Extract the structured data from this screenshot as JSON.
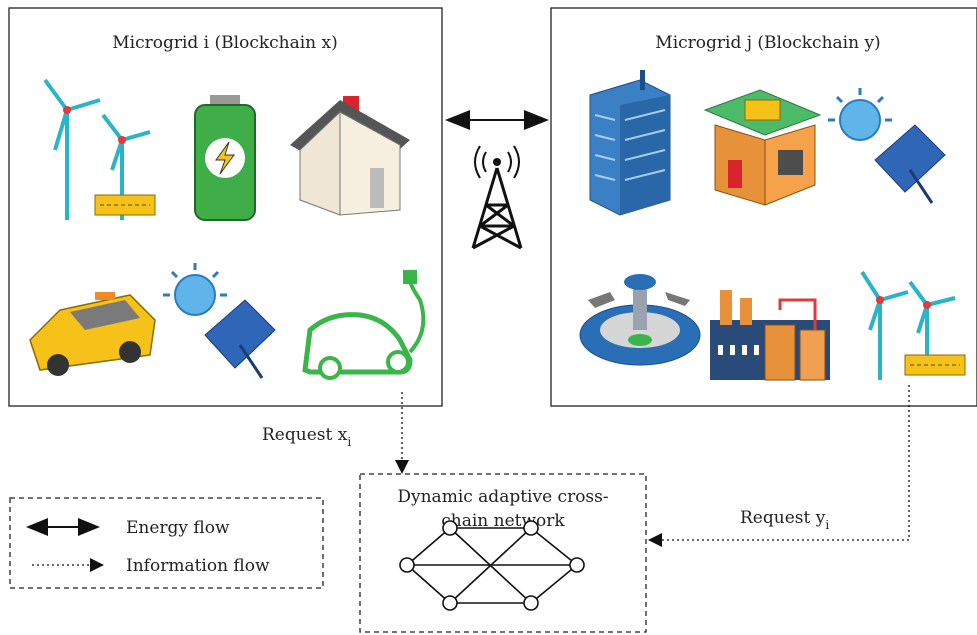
{
  "microgrid_i": {
    "title": "Microgrid i (Blockchain x)"
  },
  "microgrid_j": {
    "title": "Microgrid j (Blockchain y)"
  },
  "network": {
    "title_line1": "Dynamic adaptive cross-",
    "title_line2": "chain network"
  },
  "requests": {
    "x": {
      "text": "Request x",
      "sub": "i"
    },
    "y": {
      "text": "Request y",
      "sub": "i"
    }
  },
  "legend": {
    "energy": "Energy flow",
    "information": "Information flow"
  },
  "icons": [
    "wind-turbine-icon",
    "battery-icon",
    "house-icon",
    "taxi-icon",
    "solar-panel-icon",
    "electric-car-icon",
    "office-building-icon",
    "gas-station-icon",
    "airport-icon",
    "factory-icon",
    "cell-tower-icon"
  ],
  "colors": {
    "turbine": "#29b5c9",
    "battery": "#3fae49",
    "roof": "#555555",
    "taxi": "#f6c21a",
    "solar_panel": "#2f66b7",
    "sun": "#5fb4ea",
    "ev": "#39b54a",
    "building": "#3b7fc4",
    "factory": "#e8913b",
    "chimney": "#e23a3a"
  }
}
